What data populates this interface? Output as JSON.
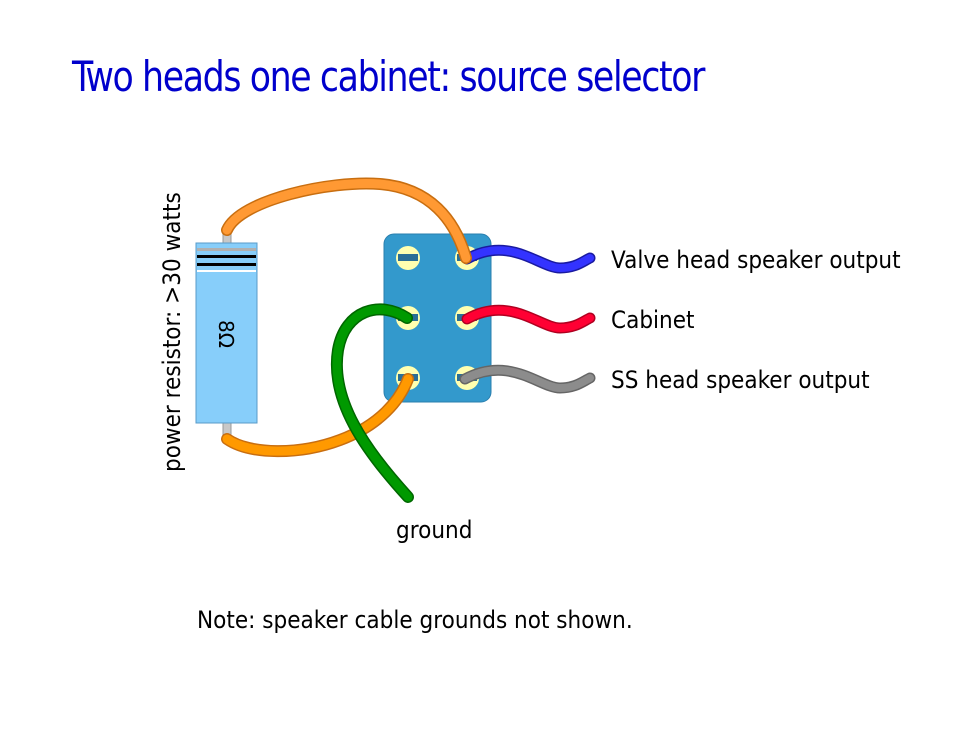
{
  "title": "Two heads one cabinet: source selector",
  "resistor": {
    "side_label": "power resistor: >30 watts",
    "value_label": "8Ω"
  },
  "switch": {
    "type": "3-position 6-terminal (DPDT-style) switch"
  },
  "labels": {
    "valve_output": "Valve head speaker output",
    "cabinet": "Cabinet",
    "ss_output": "SS head speaker output",
    "ground": "ground",
    "note": "Note: speaker cable grounds not shown."
  },
  "colors": {
    "title": "#0000cc",
    "resistor_body": "#87cefa",
    "switch_body": "#3399cc",
    "terminal": "#ffffb0",
    "orange_wire": "#ff9922",
    "green_wire": "#009900",
    "blue_wire": "#3333ff",
    "red_wire": "#ff0033",
    "gray_wire": "#888888"
  }
}
